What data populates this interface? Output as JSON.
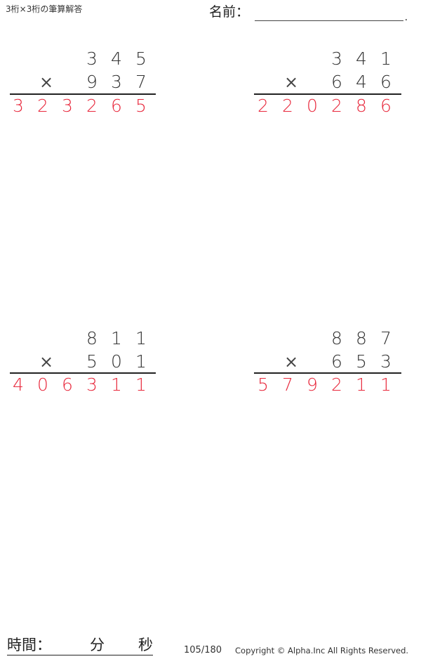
{
  "header": {
    "title": "3桁×3桁の筆算解答",
    "name_label": "名前：",
    "name_value": "",
    "name_end_dot": "."
  },
  "operator_symbol": "×",
  "problems": [
    {
      "position": "top-left",
      "multiplicand": [
        "3",
        "4",
        "5"
      ],
      "multiplier": [
        "9",
        "3",
        "7"
      ],
      "answer": [
        "3",
        "2",
        "3",
        "2",
        "6",
        "5"
      ]
    },
    {
      "position": "top-right",
      "multiplicand": [
        "3",
        "4",
        "1"
      ],
      "multiplier": [
        "6",
        "4",
        "6"
      ],
      "answer": [
        "2",
        "2",
        "0",
        "2",
        "8",
        "6"
      ]
    },
    {
      "position": "bottom-left",
      "multiplicand": [
        "8",
        "1",
        "1"
      ],
      "multiplier": [
        "5",
        "0",
        "1"
      ],
      "answer": [
        "4",
        "0",
        "6",
        "3",
        "1",
        "1"
      ]
    },
    {
      "position": "bottom-right",
      "multiplicand": [
        "8",
        "8",
        "7"
      ],
      "multiplier": [
        "6",
        "5",
        "3"
      ],
      "answer": [
        "5",
        "7",
        "9",
        "2",
        "1",
        "1"
      ]
    }
  ],
  "footer": {
    "time_label": "時間：",
    "minutes_label": "分",
    "seconds_label": "秒",
    "page": "105/180",
    "copyright": "Copyright © Alpha.Inc All Rights Reserved."
  },
  "colors": {
    "answer": "#e8283c",
    "text": "#333333"
  }
}
